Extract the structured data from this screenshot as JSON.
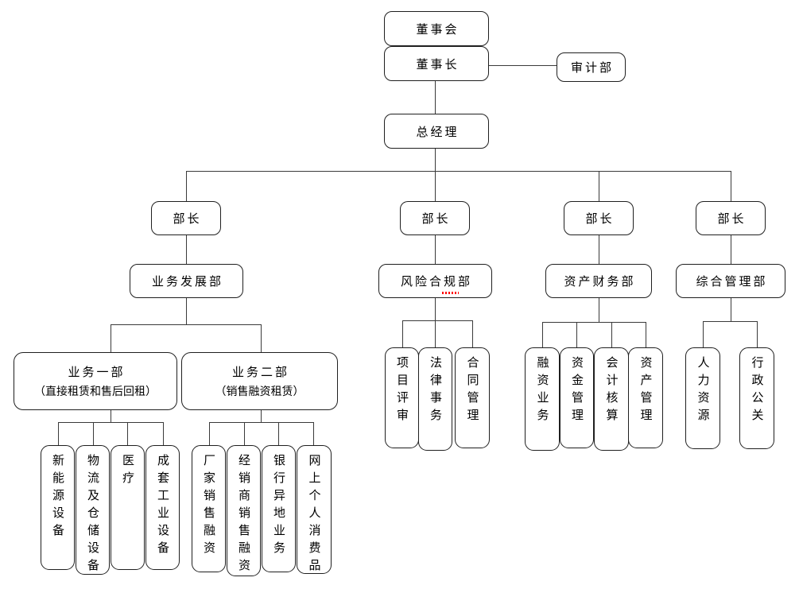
{
  "org": {
    "board": "董事会",
    "chairman": "董事长",
    "audit": "审计部",
    "general_manager": "总经理",
    "ministers": [
      "部长",
      "部长",
      "部长",
      "部长"
    ],
    "departments": {
      "business_dev": "业务发展部",
      "risk_compliance": "风险合规部",
      "asset_finance": "资产财务部",
      "general_admin": "综合管理部"
    },
    "unit1": {
      "title": "业务一部",
      "subtitle": "（直接租赁和售后回租）",
      "children": [
        "新能源设备",
        "物流及仓储设备",
        "医疗",
        "成套工业设备"
      ]
    },
    "unit2": {
      "title": "业务二部",
      "subtitle": "（销售融资租赁）",
      "children": [
        "厂家销售融资",
        "经销商销售融资",
        "银行异地业务",
        "网上个人消费品"
      ]
    },
    "risk_children": [
      "项目评审",
      "法律事务",
      "合同管理"
    ],
    "asset_children": [
      "融资业务",
      "资金管理",
      "会计核算",
      "资产管理"
    ],
    "admin_children": [
      "人力资源",
      "行政公关"
    ]
  },
  "colors": {
    "background": "#ffffff",
    "box_border": "#1f1f1f",
    "connector": "#3a3a3a",
    "spellcheck_red": "#ff0000"
  }
}
